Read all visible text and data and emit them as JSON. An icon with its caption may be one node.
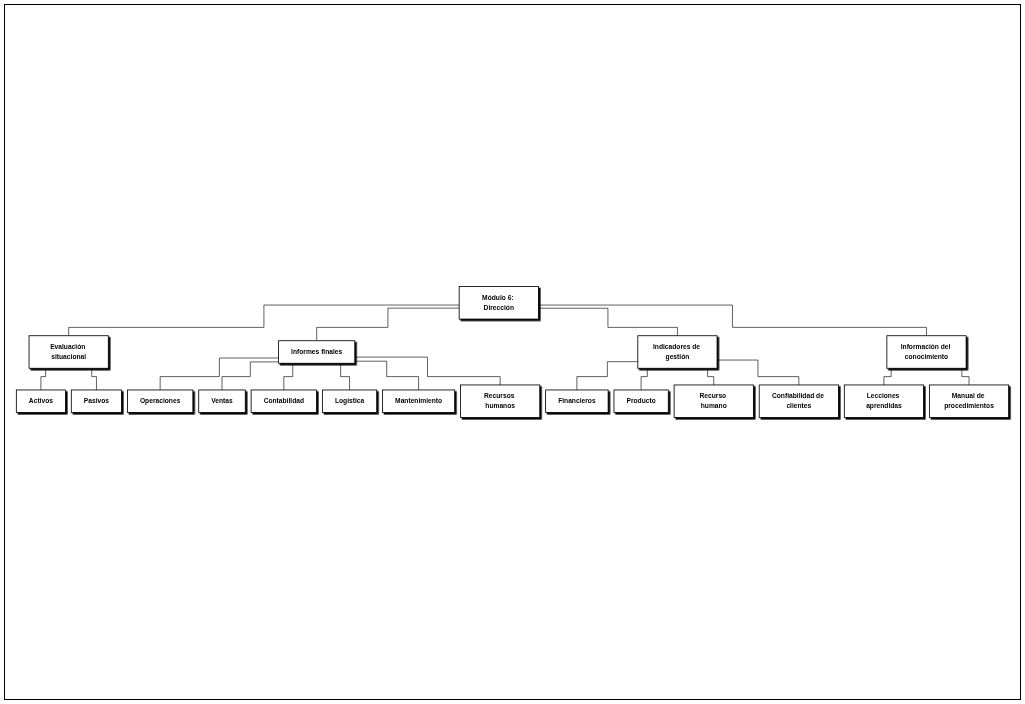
{
  "diagram": {
    "nodes": [
      {
        "text": [
          "Módulo 6: Dirección"
        ]
      },
      {
        "text": [
          "Evaluación situacional"
        ]
      },
      {
        "text": [
          "Activos"
        ]
      },
      {
        "text": [
          "Pasivos"
        ]
      },
      {
        "text": [
          "Informes finales"
        ]
      },
      {
        "text": [
          "Operaciones"
        ]
      },
      {
        "text": [
          "Ventas"
        ]
      },
      {
        "text": [
          "Contabilidad"
        ]
      },
      {
        "text": [
          "Logística"
        ]
      },
      {
        "text": [
          "Mantenimiento"
        ]
      },
      {
        "text": [
          "Recursos humanos"
        ]
      },
      {
        "text": [
          "Indicadores de gestión"
        ]
      },
      {
        "text": [
          "Financieros"
        ]
      },
      {
        "text": [
          "Producto"
        ]
      },
      {
        "text": [
          "Recurso humano"
        ]
      },
      {
        "text": [
          "Confiabilidad de clientes"
        ]
      },
      {
        "text": [
          "Información del conocimiento"
        ]
      },
      {
        "text": [
          "Lecciones aprendidas"
        ]
      },
      {
        "text": [
          "Manual de procedimientos"
        ]
      }
    ],
    "edges": [
      {
        "from": 0,
        "to": 1,
        "arrow": "none"
      },
      {
        "from": 0,
        "to": 4,
        "arrow": "none"
      },
      {
        "from": 0,
        "to": 11,
        "arrow": "none"
      },
      {
        "from": 0,
        "to": 16,
        "arrow": "none"
      },
      {
        "from": 1,
        "to": 2,
        "arrow": "none"
      },
      {
        "from": 1,
        "to": 3,
        "arrow": "none"
      },
      {
        "from": 4,
        "to": 5,
        "arrow": "none"
      },
      {
        "from": 4,
        "to": 6,
        "arrow": "none"
      },
      {
        "from": 4,
        "to": 7,
        "arrow": "none"
      },
      {
        "from": 4,
        "to": 8,
        "arrow": "none"
      },
      {
        "from": 4,
        "to": 9,
        "arrow": "none"
      },
      {
        "from": 4,
        "to": 10,
        "arrow": "none"
      },
      {
        "from": 11,
        "to": 12,
        "arrow": "none"
      },
      {
        "from": 11,
        "to": 13,
        "arrow": "none"
      },
      {
        "from": 11,
        "to": 14,
        "arrow": "none"
      },
      {
        "from": 11,
        "to": 15,
        "arrow": "none"
      },
      {
        "from": 16,
        "to": 17,
        "arrow": "none"
      },
      {
        "from": 16,
        "to": 18,
        "arrow": "none"
      }
    ]
  }
}
